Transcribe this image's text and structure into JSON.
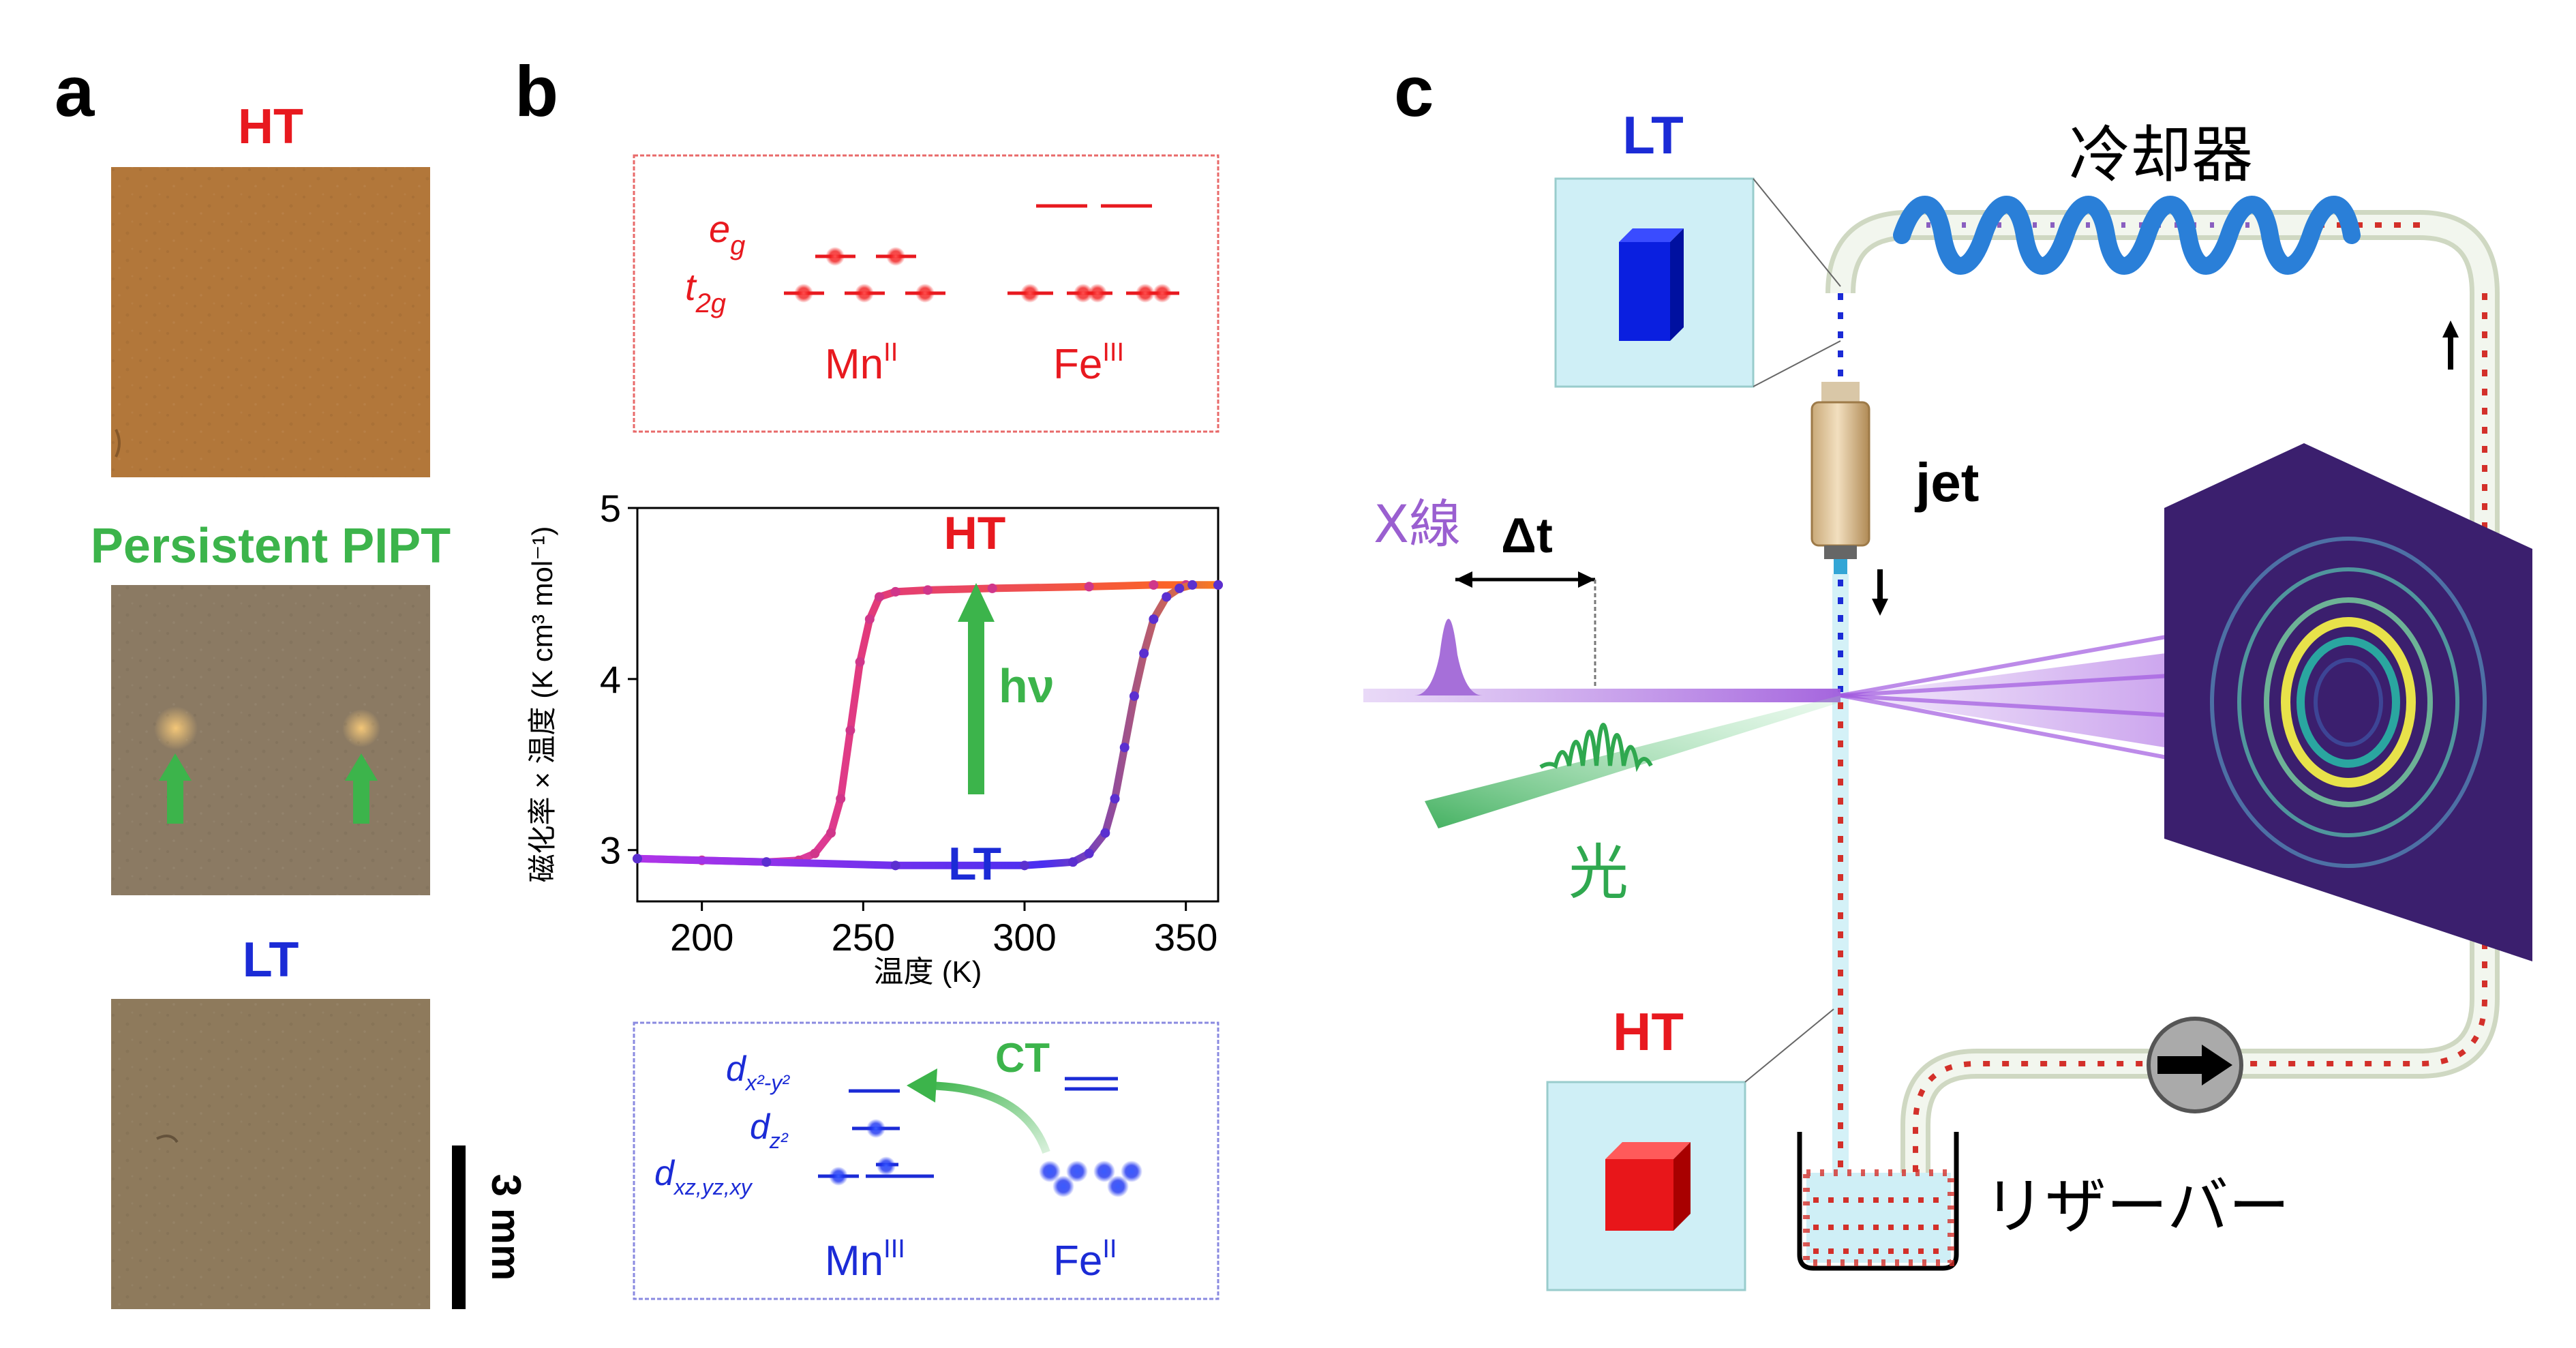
{
  "panels": {
    "a": {
      "letter": "a",
      "ht_label": "HT",
      "pipt_label": "Persistent PIPT",
      "lt_label": "LT",
      "scale_label": "3 mm",
      "colors": {
        "ht": "#e8191f",
        "pipt": "#3cb44b",
        "lt": "#1b2bd6",
        "photo_ht": "#b07a3a",
        "photo_pipt": "#8d7b63",
        "photo_lt": "#8e7a5c"
      }
    },
    "b": {
      "letter": "b",
      "top_box": {
        "eg_label": "e",
        "eg_sub": "g",
        "t2g_label": "t",
        "t2g_sub": "2g",
        "ion1": "Mn",
        "ion1_sup": "II",
        "ion2": "Fe",
        "ion2_sup": "III",
        "color": "#e8191f"
      },
      "bottom_box": {
        "d1": "d",
        "d1_sub": "x²-y²",
        "d2": "d",
        "d2_sub": "z²",
        "d3": "d",
        "d3_sub": "xz,yz,xy",
        "ct_label": "CT",
        "ion1": "Mn",
        "ion1_sup": "III",
        "ion2": "Fe",
        "ion2_sup": "II",
        "color": "#1b2bd6",
        "ct_color": "#3cb44b"
      },
      "arrow_label": "hν",
      "ht_label": "HT",
      "lt_label": "LT"
    },
    "c": {
      "letter": "c",
      "lt_label": "LT",
      "ht_label": "HT",
      "cooler_label": "冷却器",
      "jet_label": "jet",
      "xray_label": "X線",
      "dt_label": "Δt",
      "light_label": "光",
      "reservoir_label": "リザーバー",
      "colors": {
        "xray": "#9a5fd0",
        "light": "#2fa84f",
        "lt_cube": "#0a1fe0",
        "ht_cube": "#e8161a",
        "detector": "#3b1f6e"
      }
    }
  },
  "chart_data": {
    "type": "line",
    "title": "",
    "xlabel": "温度 (K)",
    "ylabel": "磁化率 × 温度 (K cm³ mol⁻¹)",
    "xlim": [
      180,
      360
    ],
    "ylim": [
      2.7,
      5.0
    ],
    "xticks": [
      200,
      250,
      300,
      350
    ],
    "yticks": [
      3,
      4,
      5
    ],
    "grid": false,
    "series": [
      {
        "name": "",
        "x": [
          180,
          200,
          220,
          230,
          235,
          240,
          243,
          246,
          249,
          252,
          255,
          260,
          270,
          290,
          320,
          340,
          350,
          360
        ],
        "y": [
          2.95,
          2.94,
          2.93,
          2.94,
          2.98,
          3.1,
          3.3,
          3.7,
          4.1,
          4.35,
          4.48,
          4.51,
          4.52,
          4.53,
          4.54,
          4.55,
          4.55,
          4.55
        ],
        "note_color": "#d0368a"
      },
      {
        "name": "",
        "x": [
          180,
          220,
          260,
          300,
          315,
          320,
          325,
          328,
          331,
          334,
          337,
          340,
          344,
          348,
          352,
          360
        ],
        "y": [
          2.95,
          2.93,
          2.91,
          2.91,
          2.93,
          2.98,
          3.1,
          3.3,
          3.6,
          3.9,
          4.15,
          4.35,
          4.48,
          4.53,
          4.55,
          4.55
        ],
        "note_color": "#5b2fd0"
      }
    ]
  }
}
